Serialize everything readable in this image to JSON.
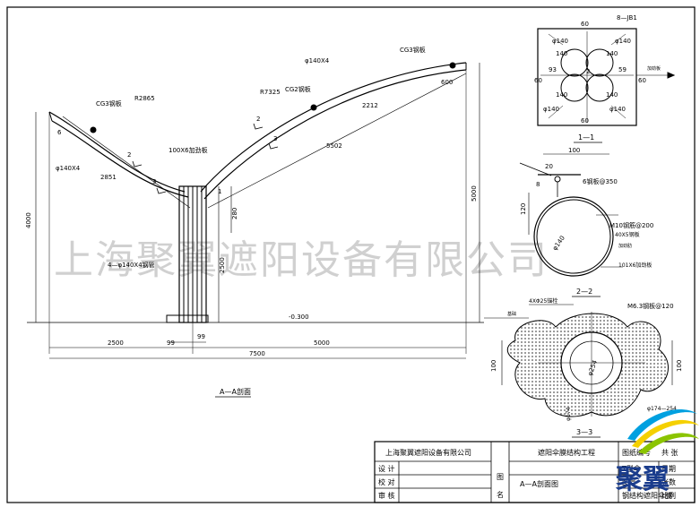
{
  "watermark": "上海聚翼遮阳设备有限公司",
  "main_view": {
    "title": "A—A剖面",
    "dims": {
      "r1": "R2865",
      "cg1": "CG3钢板",
      "d1": "φ140X4",
      "len1": "2851",
      "plate": "100X6加劲板",
      "r2": "R7325",
      "cg2": "CG2钢板",
      "d2": "φ140X4",
      "cg3": "CG3钢板",
      "l600": "600",
      "l2212": "2212",
      "l5502": "5502",
      "h4000": "4000",
      "h5000": "5000",
      "h2500": "2500",
      "h280": "280",
      "col": "4—φ140X4钢管",
      "level": "-0.300",
      "w2500": "2500",
      "w5000": "5000",
      "w7500": "7500",
      "w99a": "99",
      "w99b": "99",
      "six": "6",
      "l1": "1",
      "l2a": "2",
      "l2b": "2",
      "l3a": "3",
      "l3b": "3"
    }
  },
  "section_1": {
    "title": "1—1",
    "dims": {
      "top": "60",
      "jb": "8—JB1",
      "p140a": "φ140",
      "p140b": "φ140",
      "p140c": "φ140",
      "p140d": "φ140",
      "s140a": "140",
      "s140b": "140",
      "s140c": "140",
      "s140d": "140",
      "l93": "93",
      "r59": "59",
      "left60": "60",
      "bottom60": "60",
      "right60": "60",
      "arrow": "加劲板",
      "c2": "2"
    }
  },
  "section_2": {
    "title": "2—2",
    "dims": {
      "w100": "100",
      "w20": "20",
      "h8": "8",
      "plate": "6钢板@350",
      "h120": "120",
      "bolt": "M10钢筋@200",
      "plate2": "40X5钢板",
      "note1": "加劲肋",
      "note2": "101X6加劲板",
      "d140": "φ140"
    }
  },
  "section_3": {
    "title": "3—3",
    "dims": {
      "top": "4XΦ25锚栓",
      "bolt": "M6.3钢板@120",
      "h100a": "100",
      "h100b": "100",
      "d254": "φ254",
      "d174a": "φ174—254",
      "d174b": "φ174",
      "left": "基础"
    }
  },
  "title_block": {
    "company": "上海聚翼遮阳设备有限公司",
    "project": "遮阳伞膜结构工程",
    "sheet": "A—A剖面图",
    "row1": "设  计",
    "row2": "校  对",
    "row3": "审  核",
    "col_a": "图",
    "col_b": "名",
    "cell_r1": "图纸编号",
    "cell_r2": "T型伞",
    "cell_r3": "图号",
    "cell_r4": "日期",
    "cell_r5": "张数",
    "cell_r6": "比例",
    "page": "共 张",
    "footer": "钢结构遮阳伞膜"
  },
  "brand": {
    "text": "聚翼",
    "colors": [
      "#00a0e0",
      "#f5d000",
      "#8bc400"
    ]
  }
}
